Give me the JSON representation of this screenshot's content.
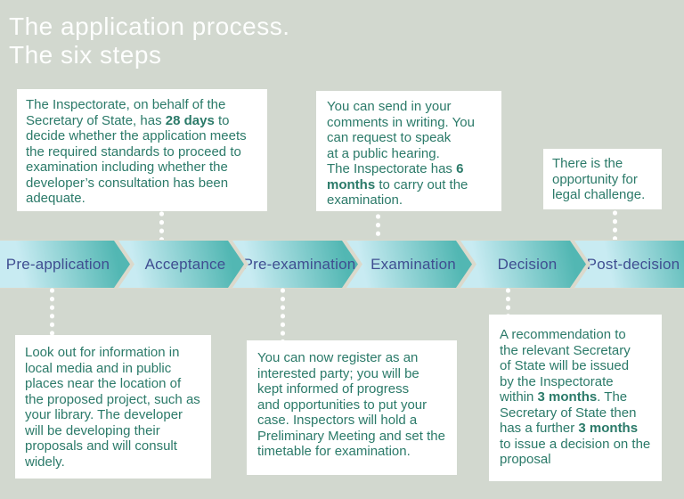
{
  "title": {
    "line1": "The application process.",
    "line2": "The six steps"
  },
  "steps": [
    "Pre-application",
    "Acceptance",
    "Pre-examination",
    "Examination",
    "Decision",
    "Post-decision"
  ],
  "callouts": {
    "top1": [
      {
        "t": "The Inspectorate, on behalf of the\nSecretary of State, has "
      },
      {
        "t": "28 days",
        "b": true
      },
      {
        "t": " to\ndecide whether the application meets\nthe required standards to proceed to\nexamination including whether the\ndeveloper’s consultation has been\nadequate."
      }
    ],
    "top2": [
      {
        "t": "You can send in your\ncomments in writing. You\ncan request to speak\nat a public hearing.\nThe Inspectorate has "
      },
      {
        "t": "6\nmonths",
        "b": true
      },
      {
        "t": " to carry out the\nexamination."
      }
    ],
    "top3": [
      {
        "t": "There is the\nopportunity for\nlegal challenge."
      }
    ],
    "bottom1": [
      {
        "t": "Look out for information in\nlocal media and in public\nplaces near the location of\nthe proposed project, such as\nyour library. The developer\nwill be developing their\nproposals and will consult\nwidely."
      }
    ],
    "bottom2": [
      {
        "t": "You can now register as an\ninterested party; you will be\nkept informed of progress\nand opportunities to put your\ncase. Inspectors will hold a\nPreliminary Meeting and set the\ntimetable for examination."
      }
    ],
    "bottom3": [
      {
        "t": "A recommendation to\nthe relevant Secretary\nof State will be issued\nby the Inspectorate\nwithin "
      },
      {
        "t": "3 months",
        "b": true
      },
      {
        "t": ". The\nSecretary of State then\nhas a further "
      },
      {
        "t": "3 months",
        "b": true
      },
      {
        "t": "\nto issue a decision on the\nproposal"
      }
    ]
  },
  "colors": {
    "background": "#d2d8cf",
    "box_background": "#ffffff",
    "box_text": "#2b7a69",
    "step_label_text": "#3f4e91",
    "arrow_gradient_light": "#c8ebf2",
    "arrow_gradient_dark": "#52b7b3",
    "band_edge": "#dbd9cc",
    "connector_dot": "#ffffff",
    "title_text": "#fdfefd"
  }
}
